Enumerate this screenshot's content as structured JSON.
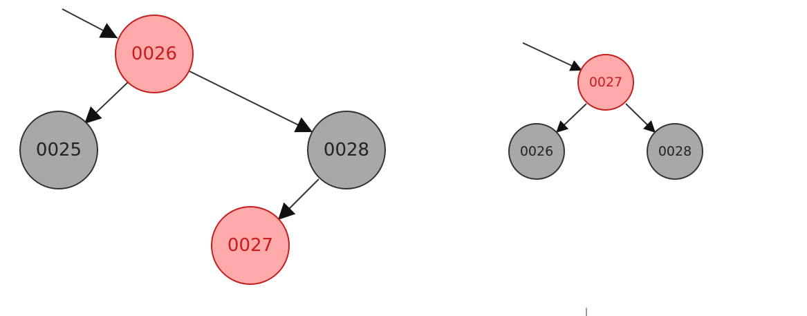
{
  "colors": {
    "red_fill": "#ffaaaa",
    "red_stroke": "#c41e1e",
    "red_text": "#c41e1e",
    "black_fill": "#a8a8a8",
    "black_stroke": "#333333",
    "black_text": "#222222",
    "edge": "#333333"
  },
  "left_tree": {
    "root": {
      "label": "0026",
      "color": "red"
    },
    "left_child": {
      "label": "0025",
      "color": "black"
    },
    "right_child": {
      "label": "0028",
      "color": "black"
    },
    "right_left_child": {
      "label": "0027",
      "color": "red"
    }
  },
  "right_tree": {
    "root": {
      "label": "0027",
      "color": "red"
    },
    "left_child": {
      "label": "0026",
      "color": "black"
    },
    "right_child": {
      "label": "0028",
      "color": "black"
    }
  }
}
